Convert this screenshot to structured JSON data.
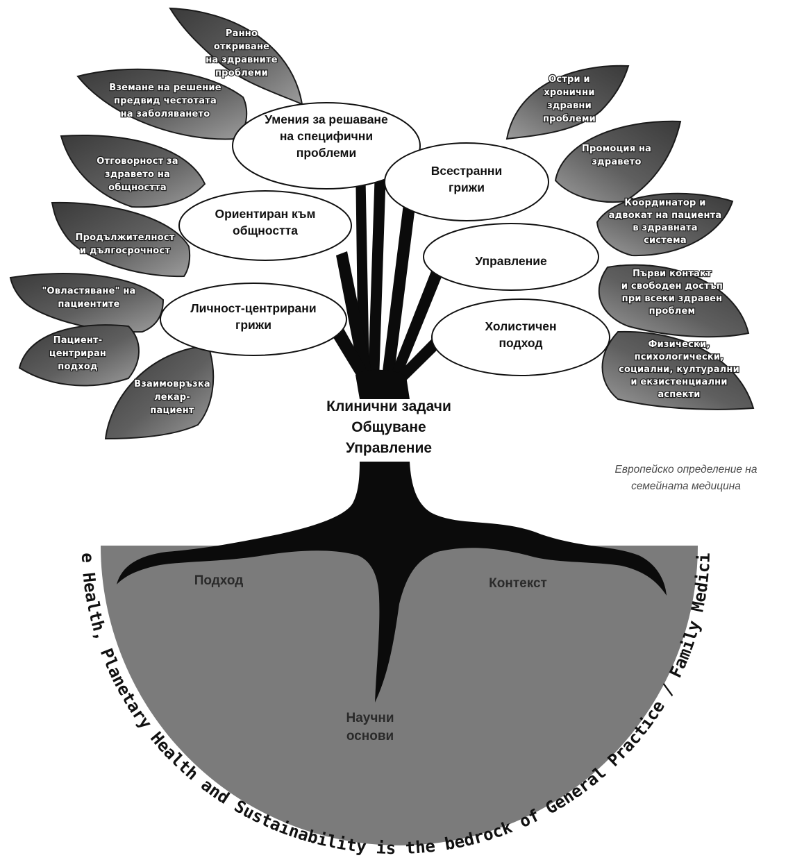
{
  "leaves_left": [
    {
      "id": "early-detection",
      "lines": [
        "Ранно",
        "откриване",
        "на здравните",
        "проблеми"
      ]
    },
    {
      "id": "frequency-decisions",
      "lines": [
        "Вземане на решение",
        "предвид честотата",
        "на заболяването"
      ]
    },
    {
      "id": "community-health",
      "lines": [
        "Отговорност за",
        "здравето на",
        "общността"
      ]
    },
    {
      "id": "continuity",
      "lines": [
        "Продължителност",
        "и дългосрочност"
      ]
    },
    {
      "id": "empowerment",
      "lines": [
        "\"Овластяване\" на",
        "пациентите"
      ]
    },
    {
      "id": "patient-centered",
      "lines": [
        "Пациент-",
        "центриран",
        "подход"
      ]
    },
    {
      "id": "doctor-patient",
      "lines": [
        "Взаимовръзка",
        "лекар-",
        "пациент"
      ]
    }
  ],
  "leaves_right": [
    {
      "id": "acute-chronic",
      "lines": [
        "Остри и",
        "хронични",
        "здравни",
        "проблеми"
      ]
    },
    {
      "id": "health-promotion",
      "lines": [
        "Промоция на",
        "здравето"
      ]
    },
    {
      "id": "coordinator",
      "lines": [
        "Координатор и",
        "адвокат на пациента",
        "в здравната",
        "система"
      ]
    },
    {
      "id": "first-contact",
      "lines": [
        "Първи контакт",
        "и свободен достъп",
        "при всеки здравен",
        "проблем"
      ]
    },
    {
      "id": "dimensions",
      "lines": [
        "Физически,",
        "психологически,",
        "социални, културални",
        "и екзистенциални",
        "аспекти"
      ]
    }
  ],
  "ovals": [
    {
      "id": "problem-solving",
      "lines": [
        "Умения за решаване",
        "на специфични",
        "проблеми"
      ]
    },
    {
      "id": "comprehensive",
      "lines": [
        "Всестранни",
        "грижи"
      ]
    },
    {
      "id": "community-oriented",
      "lines": [
        "Ориентиран към",
        "общността"
      ]
    },
    {
      "id": "management",
      "lines": [
        "Управление"
      ]
    },
    {
      "id": "person-centered",
      "lines": [
        "Личност-центрирани",
        "грижи"
      ]
    },
    {
      "id": "holistic",
      "lines": [
        "Холистичен",
        "подход"
      ]
    }
  ],
  "trunk": {
    "lines": [
      "Клинични задачи",
      "Общуване",
      "Управление"
    ]
  },
  "roots": {
    "approach": "Подход",
    "context": "Контекст",
    "science": [
      "Научни",
      "основи"
    ]
  },
  "definition": {
    "lines": [
      "Европейско определение на",
      "семейната медицина"
    ]
  },
  "arc_caption": "One Health, Planetary Health and Sustainability is the bedrock of General Practice / Family Medicine",
  "colors": {
    "leaf_dark": "#3f3f3f",
    "leaf_mid": "#6e6e6e",
    "leaf_light": "#9a9a9a",
    "ground": "#7b7b7b",
    "trunk": "#0b0b0b",
    "oval_fill": "#ffffff"
  }
}
